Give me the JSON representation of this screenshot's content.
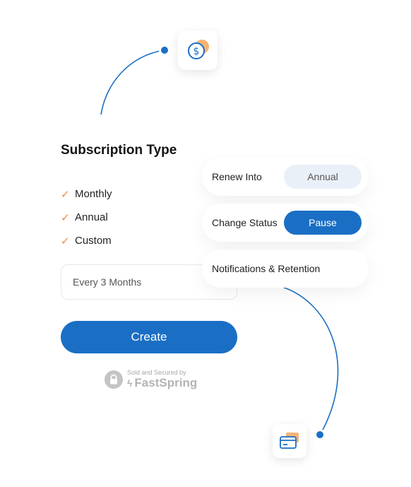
{
  "subscription": {
    "title": "Subscription Type",
    "types": [
      "Monthly",
      "Annual",
      "Custom"
    ],
    "interval_value": "Every 3 Months",
    "create_label": "Create"
  },
  "secured": {
    "caption": "Sold and Secured by",
    "brand": "FastSpring"
  },
  "options": {
    "renew_label": "Renew Into",
    "renew_value": "Annual",
    "status_label": "Change Status",
    "status_action": "Pause",
    "notifications_label": "Notifications & Retention"
  },
  "icons": {
    "top": "dollar-coin-icon",
    "bottom": "credit-card-icon"
  },
  "colors": {
    "accent": "#1a6fc4",
    "check": "#f0883a",
    "highlight": "#f7a55a"
  }
}
